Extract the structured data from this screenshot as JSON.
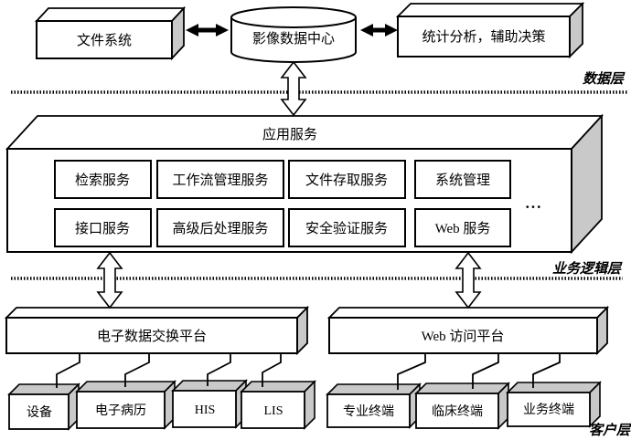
{
  "layer_labels": {
    "data_layer": "数据层",
    "business_layer": "业务逻辑层",
    "client_layer": "客户层"
  },
  "data_tier": {
    "file_system": "文件系统",
    "image_data_center": "影像数据中心",
    "statistics": "统计分析，辅助决策"
  },
  "app_services": {
    "title": "应用服务",
    "ellipsis": "...",
    "row1": [
      "检索服务",
      "工作流管理服务",
      "文件存取服务",
      "系统管理"
    ],
    "row2": [
      "接口服务",
      "高级后处理服务",
      "安全验证服务",
      "Web 服务"
    ]
  },
  "platforms": {
    "edi": "电子数据交换平台",
    "web": "Web 访问平台"
  },
  "clients": [
    "设备",
    "电子病历",
    "HIS",
    "LIS",
    "专业终端",
    "临床终端",
    "业务终端"
  ]
}
